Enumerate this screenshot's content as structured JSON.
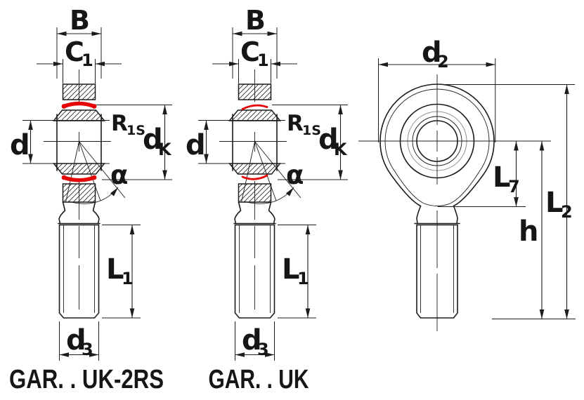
{
  "page": {
    "description": "Technical dimension drawing of male-thread rod end bearings, two side sections and one front view",
    "background": "#ffffff"
  },
  "colors": {
    "line": "#1c1c1c",
    "seal_red": "#e60505",
    "secondary_circle": "#8f8f8f"
  },
  "labels": {
    "b": {
      "main": "B",
      "sub": ""
    },
    "c1": {
      "main": "C",
      "sub": "1"
    },
    "r1s": {
      "main": "R",
      "sub": "1S"
    },
    "dk": {
      "main": "d",
      "sub": "K"
    },
    "d": {
      "main": "d",
      "sub": ""
    },
    "alpha": {
      "main": "α",
      "sub": ""
    },
    "l1": {
      "main": "L",
      "sub": "1"
    },
    "d3": {
      "main": "d",
      "sub": "3"
    },
    "d2": {
      "main": "d",
      "sub": "2"
    },
    "l7": {
      "main": "L",
      "sub": "7"
    },
    "l2": {
      "main": "L",
      "sub": "2"
    },
    "h": {
      "main": "h",
      "sub": ""
    }
  },
  "drawings": {
    "left_section": {
      "caption": "GAR. . UK-2RS",
      "seal_type": "sealed (2RS), thick red seals"
    },
    "middle_section": {
      "caption": "GAR. . UK",
      "seal_type": "open, thin red contact line"
    },
    "front_view": {
      "caption": "",
      "seal_type": ""
    }
  }
}
